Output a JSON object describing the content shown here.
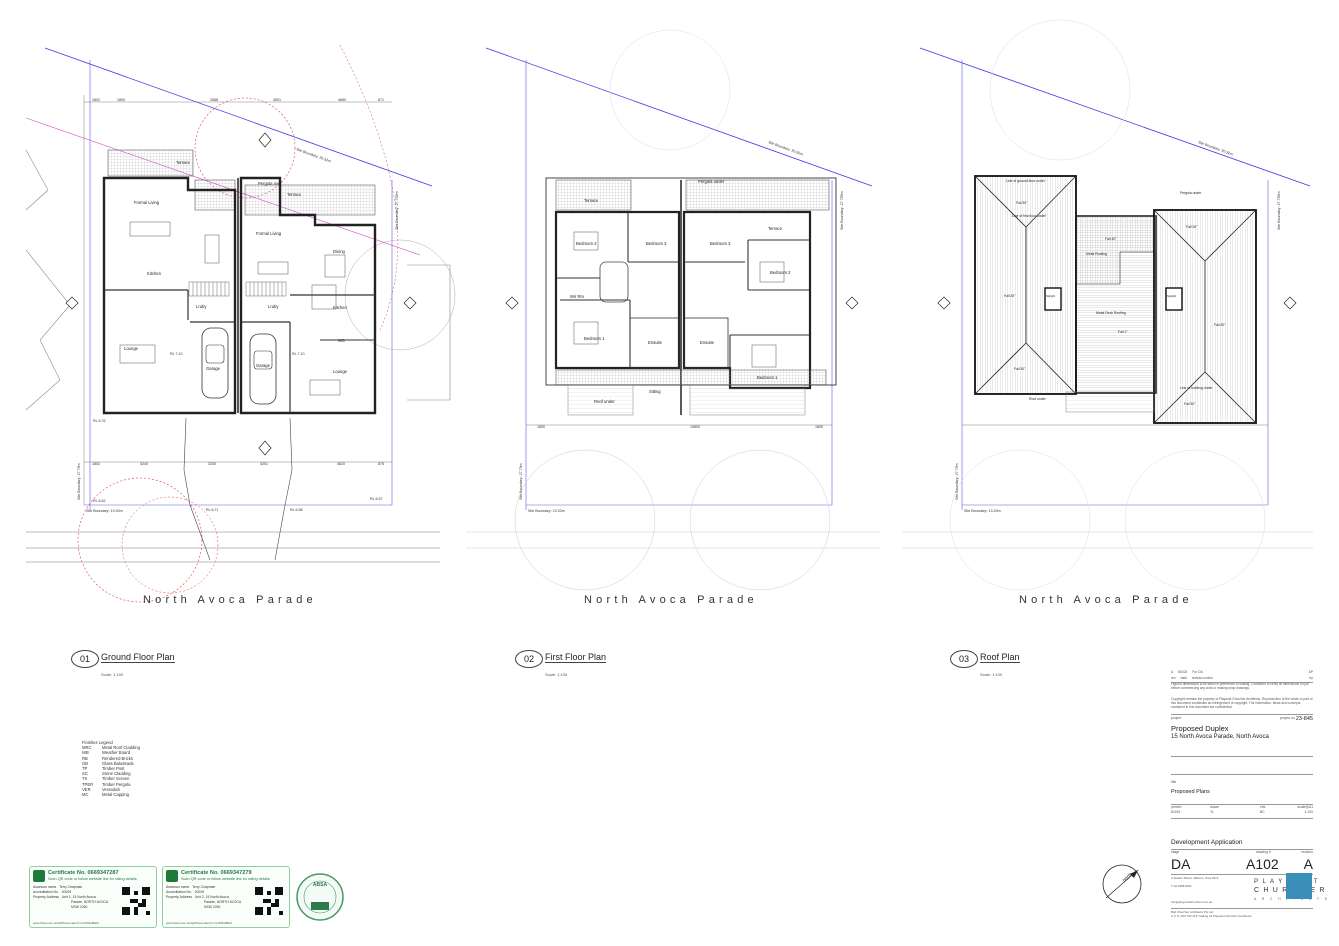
{
  "sheet": {
    "street_name": "North Avoca Parade",
    "plans": [
      {
        "number": "01",
        "title": "Ground Floor Plan",
        "scale": "Scale: 1:100"
      },
      {
        "number": "02",
        "title": "First Floor Plan",
        "scale": "Scale: 1:100"
      },
      {
        "number": "03",
        "title": "Roof Plan",
        "scale": "Scale: 1:100"
      }
    ]
  },
  "ground_floor": {
    "rooms": [
      "Formal Living",
      "Kitchen",
      "Lounge",
      "Garage",
      "Garage",
      "Formal Living",
      "Dining",
      "Kitchen",
      "Lounge",
      "Lndry",
      "Lndry",
      "WC",
      "Terrace",
      "Pergola over",
      "Terrace"
    ],
    "boundary_labels": [
      "Site Boundary: 20.32m",
      "Site Boundary: 19.20m",
      "Site Boundary: 27.755m",
      "Site Boundary: 27.79m"
    ],
    "levels": [
      "RL 7.10",
      "RL 7.10",
      "RL 6.76",
      "RL 6.62",
      "RL 6.71",
      "RL 6.58",
      "RL 6.57"
    ],
    "dims_top": [
      "1802",
      "1800",
      "2688",
      "4501",
      "4680",
      "871"
    ],
    "dims_bottom": [
      "1802",
      "5240",
      "3200",
      "5201",
      "4620",
      "875"
    ]
  },
  "first_floor": {
    "rooms": [
      "Bedroom 2",
      "Bedroom 3",
      "Bedroom 3",
      "Bedroom 2",
      "Bedroom 1",
      "Ensuite",
      "Ensuite",
      "Bedroom 1",
      "Terrace",
      "Terrace",
      "Pergola under",
      "Roof under",
      "Sitting",
      "Wir Rm"
    ],
    "dims_bottom": [
      "1800",
      "19800",
      "1809"
    ],
    "boundary_labels": [
      "Site Boundary: 20.32m",
      "Site Boundary: 19.20m",
      "Site Boundary: 27.755m",
      "Site Boundary: 27.79m"
    ]
  },
  "roof": {
    "labels": [
      "Line of ground floor under",
      "Line of first floor under",
      "Metal Roofing",
      "Metal Deck Roofing",
      "Pergola under",
      "Line of building under",
      "Roof under",
      "Skylight",
      "Skylight",
      "Fall 30°",
      "Fall 30°",
      "Fall 30°",
      "Fall 30°",
      "Fall 30°",
      "Fall 30°",
      "Fall 1°",
      "Fall 30°"
    ],
    "boundary_labels": [
      "Site Boundary: 20.32m",
      "Site Boundary: 19.20m",
      "Site Boundary: 27.755m",
      "Site Boundary: 27.79m"
    ]
  },
  "finishes_legend": {
    "title": "Finishes Legend",
    "items": [
      {
        "code": "MRC",
        "label": "Metal Roof Cladding"
      },
      {
        "code": "WB",
        "label": "Weather Board"
      },
      {
        "code": "RB",
        "label": "Rendered Bricks"
      },
      {
        "code": "GB",
        "label": "Glass Balustrade"
      },
      {
        "code": "TP",
        "label": "Timber Post"
      },
      {
        "code": "SC",
        "label": "Stone Cladding"
      },
      {
        "code": "TS",
        "label": "Timber Screen"
      },
      {
        "code": "TPER",
        "label": "Timber Pergola"
      },
      {
        "code": "VER",
        "label": "Verandah"
      },
      {
        "code": "MC",
        "label": "Metal Capping"
      }
    ]
  },
  "certificates": [
    {
      "title": "Certificate No. 0669347287",
      "sub": "Scan QR code or follow website link for rating details",
      "assessor_label": "Assessor name",
      "assessor": "Terry Chapman",
      "accreditation_label": "Accreditation No.",
      "accreditation": "20005",
      "address_label": "Property Address",
      "address_line1": "Unit 1, 15 North Avoca",
      "address_line2": "Parade, NORTH AVOCA",
      "address_line3": "NSW 2260",
      "link": "www.hstar.com.au/QR/Generate?p=xx1fNFuBEM"
    },
    {
      "title": "Certificate No. 0669347279",
      "sub": "Scan QR code or follow website link for rating details",
      "assessor_label": "Assessor name",
      "assessor": "Terry Chapman",
      "accreditation_label": "Accreditation No.",
      "accreditation": "20005",
      "address_label": "Property Address",
      "address_line1": "Unit 2, 15 North Avoca",
      "address_line2": "Parade, NORTH AVOCA",
      "address_line3": "NSW 2260",
      "link": "www.hstar.com.au/QR/Generate?p=xx1fNFuBEM"
    }
  ],
  "seal": {
    "text": "ABSA ACCREDITED ASSESSOR"
  },
  "title_block": {
    "revision_row": [
      "A",
      "8/4/24",
      "For DA",
      "AP"
    ],
    "revision_header": [
      "rev",
      "date",
      "revision notes",
      "by"
    ],
    "disclaimer_1": "Figured dimensions to be taken in preference to scaling. Contractor to verify all dimensions on job before commencing any work or making shop drawings.",
    "disclaimer_2": "Copyright remains the property of Playoust Churcher Architects. Reproduction of the whole or part of this document constitutes an infringement of copyright. The information, ideas and concepts contained in this document are confidential.",
    "project_label": "project",
    "project_no_label": "project no",
    "project_no": "23-845",
    "project": "Proposed Duplex",
    "address": "15 North Avoca Parade, North Avoca",
    "title_label": "title",
    "title": "Proposed Plans",
    "meta_headers": [
      "printed",
      "drawn",
      "chk",
      "scale@A1"
    ],
    "meta_values": [
      "8/4/24",
      "YL",
      "BC",
      "1:100"
    ],
    "stage": "Development Application",
    "stage_label": "stage",
    "drawing_label": "drawing #",
    "revision_label": "revision",
    "stage_code": "DA",
    "drawing_no": "A102",
    "revision": "A",
    "practice_line1": "P L A Y O U S T",
    "practice_line2": "C H U R C H E R",
    "practice_line3": "A R C H I T E C T S",
    "practice_address": "2 Station Street, Milsons, Nsw 2071",
    "practice_phone": "T 02 9498 9511",
    "practice_email": "info@playoustchurcher.com.au",
    "practice_entity": "Bull Churcher Architects Pty Ltd",
    "practice_abn": "A.C.N. 004 752 413 Trading as Playoust Churcher Architects"
  },
  "north_arrow_label": "north"
}
